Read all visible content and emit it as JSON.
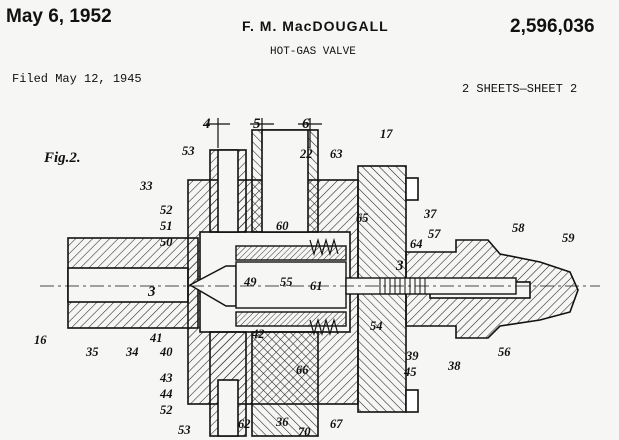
{
  "header": {
    "date": "May 6, 1952",
    "inventor": "F. M. MacDOUGALL",
    "patent_number": "2,596,036",
    "title": "HOT-GAS VALVE",
    "filed": "Filed May 12, 1945",
    "sheets": "2 SHEETS—SHEET 2"
  },
  "figure": {
    "label": "Fig.2.",
    "section_marks": [
      "4",
      "5",
      "6",
      "3",
      "3"
    ],
    "reference_numerals": [
      "53",
      "22",
      "63",
      "17",
      "33",
      "52",
      "51",
      "50",
      "65",
      "37",
      "60",
      "64",
      "57",
      "58",
      "59",
      "16",
      "35",
      "34",
      "41",
      "40",
      "43",
      "44",
      "52",
      "53",
      "62",
      "42",
      "49",
      "55",
      "61",
      "54",
      "36",
      "66",
      "70",
      "67",
      "39",
      "45",
      "38",
      "56"
    ]
  }
}
